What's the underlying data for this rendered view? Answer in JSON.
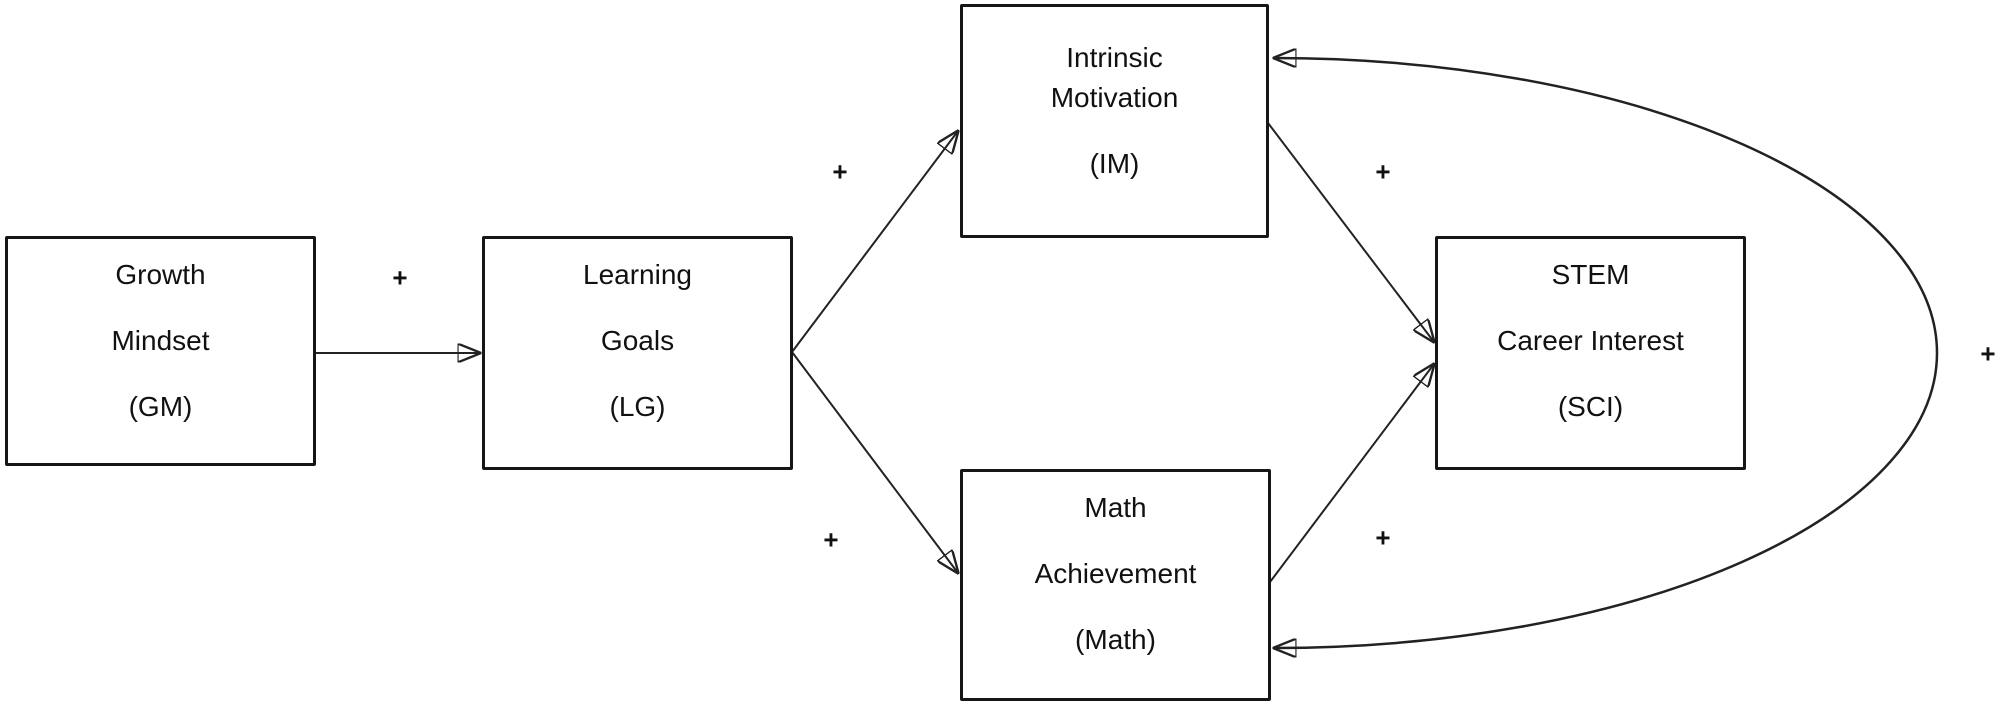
{
  "nodes": {
    "gm": {
      "lines": [
        "Growth",
        "Mindset",
        "(GM)"
      ]
    },
    "lg": {
      "lines": [
        "Learning",
        "Goals",
        "(LG)"
      ]
    },
    "im": {
      "lines": [
        "Intrinsic",
        "Motivation",
        "(IM)"
      ]
    },
    "math": {
      "lines": [
        "Math",
        "Achievement",
        "(Math)"
      ]
    },
    "sci": {
      "lines": [
        "STEM",
        "Career Interest",
        "(SCI)"
      ]
    }
  },
  "edges": [
    {
      "id": "gm-lg",
      "from": "GM",
      "to": "LG",
      "sign": "+",
      "style": "straight-arrow"
    },
    {
      "id": "lg-im",
      "from": "LG",
      "to": "IM",
      "sign": "+",
      "style": "straight-arrow"
    },
    {
      "id": "lg-math",
      "from": "LG",
      "to": "Math",
      "sign": "+",
      "style": "straight-arrow"
    },
    {
      "id": "im-sci",
      "from": "IM",
      "to": "SCI",
      "sign": "+",
      "style": "straight-arrow"
    },
    {
      "id": "math-sci",
      "from": "Math",
      "to": "SCI",
      "sign": "+",
      "style": "straight-arrow"
    },
    {
      "id": "im-math",
      "from": "IM",
      "to": "Math",
      "sign": "+",
      "style": "curved-double-arrow"
    }
  ],
  "colors": {
    "line": "#222222",
    "border": "#161616",
    "text": "#111111",
    "background": "#ffffff"
  }
}
